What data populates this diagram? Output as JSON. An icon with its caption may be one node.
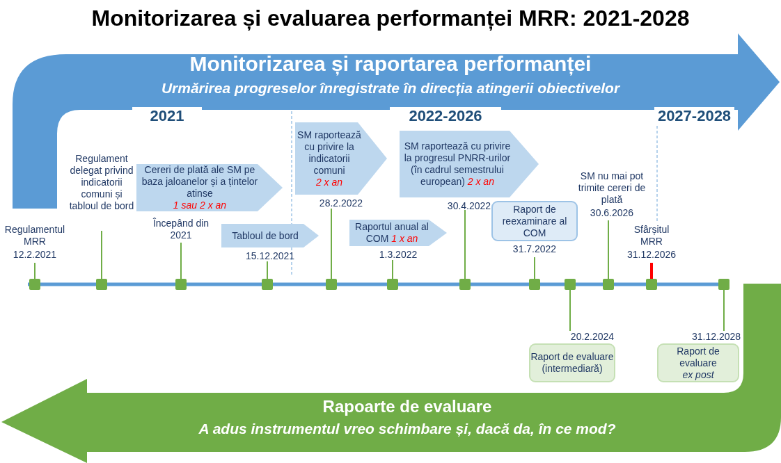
{
  "diagram": {
    "title": "Monitorizarea și evaluarea performanței MRR: 2021-2028",
    "nodes": [
      {
        "text": [
          "Monitorizarea și raportarea performanței",
          "Urmărirea progreselor înregistrate în direcția atingerii obiectivelor"
        ]
      },
      {
        "text": [
          "Regulamentul MRR",
          "12.2.2021"
        ]
      },
      {
        "text": [
          "Regulament delegat privind indicatorii comuni și tabloul de bord"
        ]
      },
      {
        "text": [
          "Cereri de plată ale SM pe baza jaloanelor și a țintelor atinse",
          "1 sau 2 x an"
        ]
      },
      {
        "text": [
          "Începând din 2021"
        ]
      },
      {
        "text": [
          "Tabloul de bord"
        ],
        "beside": [
          "15.12.2021"
        ]
      },
      {
        "text": [
          "SM raportează cu privire la indicatorii comuni",
          "2 x an"
        ],
        "beside": [
          "28.2.2022"
        ]
      },
      {
        "text": [
          "Raportul anual al COM",
          "1 x an"
        ],
        "beside": [
          "1.3.2022"
        ]
      },
      {
        "text": [
          "SM raportează cu privire la progresul PNRR-urilor (în cadrul semestrului european)",
          "2 x an"
        ],
        "beside": [
          "30.4.2022"
        ]
      },
      {
        "text": [
          "Raport de reexaminare al COM"
        ],
        "beside": [
          "31.7.2022"
        ]
      },
      {
        "text": [
          "SM nu mai pot trimite cereri de plată",
          "30.6.2026"
        ]
      },
      {
        "text": [
          "Sfârșitul MRR",
          "31.12.2026"
        ]
      },
      {
        "text": [],
        "shape": "box"
      },
      {
        "text": [],
        "shape": "box"
      },
      {
        "text": [],
        "shape": "box"
      },
      {
        "text": [],
        "shape": "box"
      },
      {
        "text": [],
        "shape": "box"
      },
      {
        "text": [],
        "shape": "box"
      },
      {
        "text": [],
        "shape": "box"
      },
      {
        "text": [],
        "shape": "box"
      },
      {
        "text": [],
        "shape": "box"
      },
      {
        "text": [],
        "shape": "box"
      },
      {
        "text": [],
        "shape": "box"
      },
      {
        "text": [],
        "shape": "box"
      },
      {
        "text": [
          "Raport de evaluare (intermediară)"
        ],
        "beside": [
          "20.2.2024"
        ]
      },
      {
        "text": [
          "Raport de evaluare",
          "ex post"
        ],
        "beside": [
          "31.12.2028"
        ]
      },
      {
        "text": [
          "Rapoarte de evaluare",
          "A adus instrumentul vreo schimbare și, dacă da, în ce mod?"
        ]
      }
    ],
    "edges": [
      {
        "from": 1,
        "to": 12,
        "arrow": "none"
      },
      {
        "from": 2,
        "to": 13,
        "arrow": "none"
      },
      {
        "from": 4,
        "to": 14,
        "arrow": "none"
      },
      {
        "from": 5,
        "to": 15,
        "arrow": "none"
      },
      {
        "from": 6,
        "to": 16,
        "arrow": "none"
      },
      {
        "from": 7,
        "to": 17,
        "arrow": "none"
      },
      {
        "from": 8,
        "to": 18,
        "arrow": "none"
      },
      {
        "from": 9,
        "to": 19,
        "arrow": "none"
      },
      {
        "from": 20,
        "to": 24,
        "arrow": "none"
      },
      {
        "from": 10,
        "to": 21,
        "arrow": "none"
      },
      {
        "from": 11,
        "to": 22,
        "arrow": "none",
        "style": "thick",
        "color": "#ff0000"
      },
      {
        "from": 23,
        "to": 25,
        "arrow": "none"
      }
    ],
    "labels": [
      "2021",
      "2022-2026",
      "2027-2028"
    ]
  }
}
